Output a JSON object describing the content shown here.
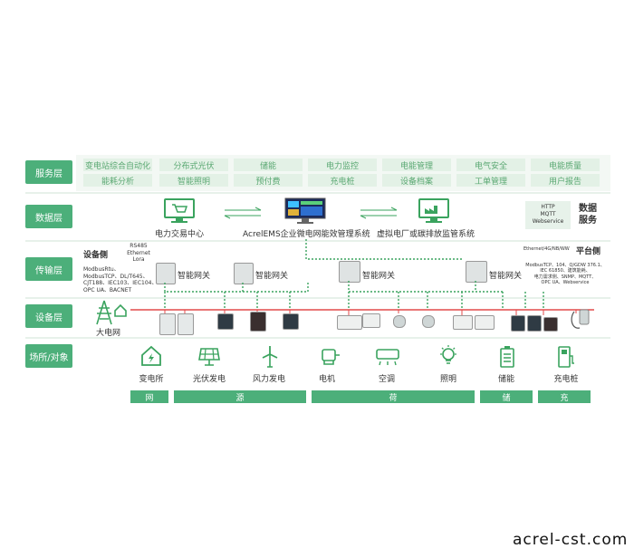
{
  "layers": {
    "service": "服务层",
    "data": "数据层",
    "transport": "传输层",
    "device": "设备层",
    "site": "场所/对象"
  },
  "services_row1": [
    "变电站综合自动化",
    "分布式光伏",
    "储能",
    "电力监控",
    "电能管理",
    "电气安全",
    "电能质量"
  ],
  "services_row2": [
    "能耗分析",
    "智能照明",
    "预付费",
    "充电桩",
    "设备档案",
    "工单管理",
    "用户报告"
  ],
  "data_layer": {
    "trade_center": "电力交易中心",
    "main_system": "AcrelEMS企业微电网能效管理系统",
    "vpp": "虚拟电厂或碳排放监管系统",
    "protocols": [
      "HTTP",
      "MQTT",
      "Webservice"
    ],
    "data_service": "数据服务"
  },
  "transport": {
    "device_side": "设备侧",
    "device_side_ports": [
      "RS485",
      "Ethernet",
      "Lora"
    ],
    "device_protocols": [
      "ModbusRtu、",
      "ModbusTCP、DL/T645、",
      "CJT188、IEC103、IEC104、",
      "OPC UA、BACNET"
    ],
    "platform_side": "平台侧",
    "platform_net": "Ethernet/4G/NB/WW",
    "platform_protocols": [
      "ModbusTCP、104、Q/GDW 376.1、",
      "IEC 61850、建筑能耗、",
      "电力需求侧、SNMP、MQTT、",
      "OPC UA、Webservice"
    ],
    "gateway_label": "智能网关"
  },
  "device_layer": {
    "grid": "大电网"
  },
  "sites": [
    {
      "label": "变电所",
      "icon": "substation-icon"
    },
    {
      "label": "光伏发电",
      "icon": "solar-panel-icon"
    },
    {
      "label": "风力发电",
      "icon": "wind-turbine-icon"
    },
    {
      "label": "电机",
      "icon": "motor-icon"
    },
    {
      "label": "空调",
      "icon": "air-conditioner-icon"
    },
    {
      "label": "照明",
      "icon": "light-bulb-icon"
    },
    {
      "label": "储能",
      "icon": "battery-icon"
    },
    {
      "label": "充电桩",
      "icon": "charger-icon"
    }
  ],
  "categories": [
    "网",
    "源",
    "荷",
    "储",
    "充"
  ],
  "watermark": "acrel-cst.com",
  "colors": {
    "green": "#4caf7a",
    "light_green": "#e3f1e6",
    "bus_red": "#e24a4a",
    "dotted": "#3aa35e"
  }
}
